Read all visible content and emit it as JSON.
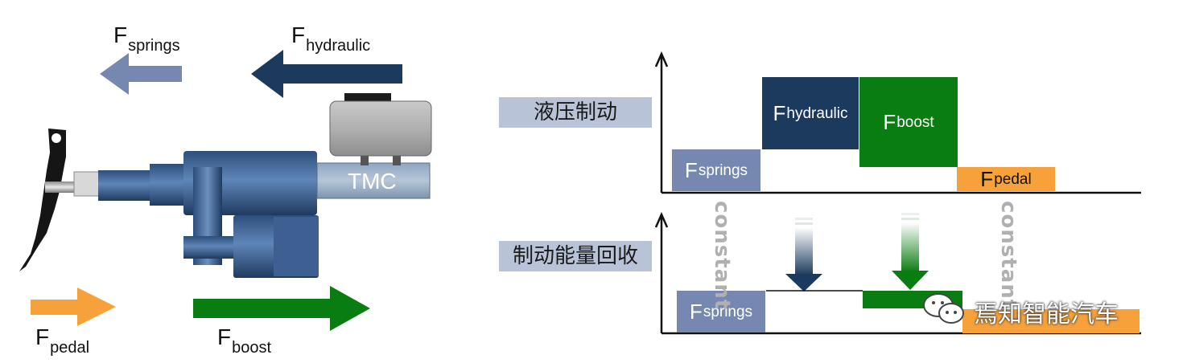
{
  "left": {
    "f_springs": {
      "base": "F",
      "sub": "springs"
    },
    "f_hydraulic": {
      "base": "F",
      "sub": "hydraulic"
    },
    "f_pedal": {
      "base": "F",
      "sub": "pedal"
    },
    "f_boost": {
      "base": "F",
      "sub": "boost"
    },
    "tmc": "TMC"
  },
  "right": {
    "hydraulic_braking_label": "液压制动",
    "regen_braking_label": "制动能量回收",
    "top_chart": {
      "springs": {
        "base": "F",
        "sub": "springs"
      },
      "hydraulic": {
        "base": "F",
        "sub": "hydraulic"
      },
      "boost": {
        "base": "F",
        "sub": "boost"
      },
      "pedal": {
        "base": "F",
        "sub": "pedal"
      }
    },
    "bottom_chart": {
      "springs": {
        "base": "F",
        "sub": "springs"
      }
    },
    "constant_left": "constant",
    "constant_right": "constant"
  },
  "watermark": "焉知智能汽车",
  "colors": {
    "springs": "#7788b0",
    "hydraulic": "#1c3a5e",
    "boost": "#0a7d12",
    "pedal": "#f7a13a",
    "label_bg": "#b8c3d8"
  }
}
